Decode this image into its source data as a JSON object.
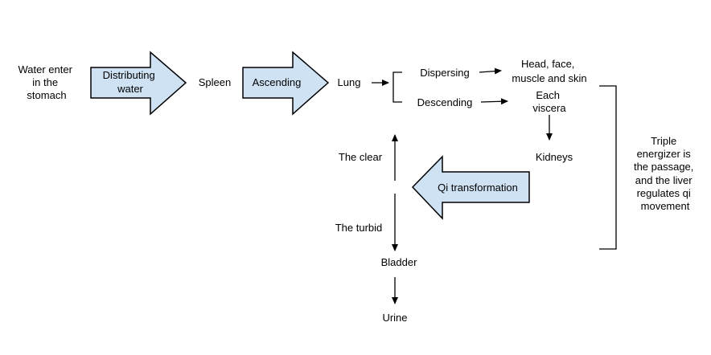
{
  "nodes": {
    "water": [
      "Water enter",
      "in the",
      "stomach"
    ],
    "distributing": [
      "Distributing",
      "water"
    ],
    "spleen": "Spleen",
    "ascending": "Ascending",
    "lung": "Lung",
    "dispersing": "Dispersing",
    "descending": "Descending",
    "head": [
      "Head, face,",
      "muscle and skin"
    ],
    "viscera": [
      "Each",
      "viscera"
    ],
    "kidneys": "Kidneys",
    "qi": "Qi transformation",
    "clear": "The clear",
    "turbid": "The turbid",
    "bladder": "Bladder",
    "urine": "Urine",
    "triple": [
      "Triple",
      "energizer is",
      "the passage,",
      "and the liver",
      "regulates qi",
      "movement"
    ]
  },
  "colors": {
    "arrow_fill": "#cfe2f3",
    "stroke": "#000000"
  }
}
